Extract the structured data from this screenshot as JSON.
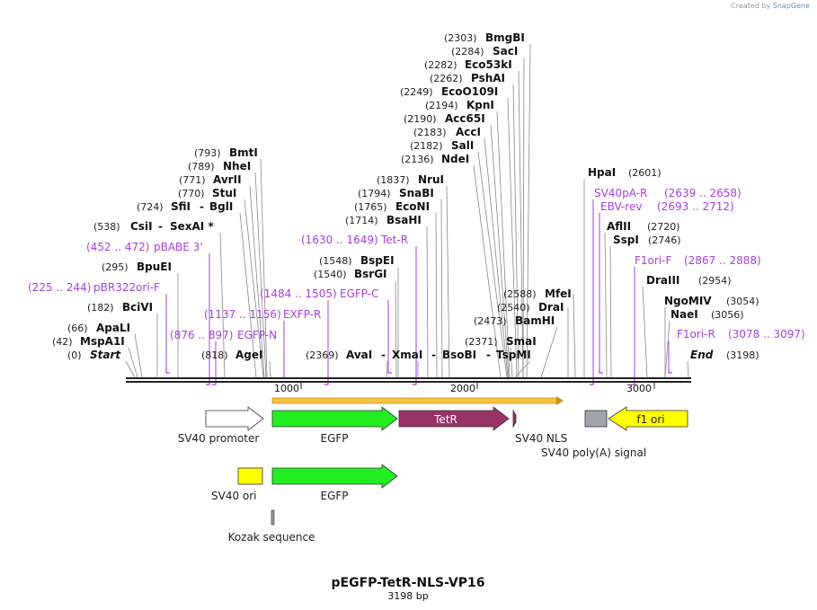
{
  "credit": {
    "prefix": "Created by",
    "brand": "SnapGene"
  },
  "plasmid": {
    "name": "pEGFP-TetR-NLS-VP16",
    "length_label": "3198 bp",
    "length": 3198
  },
  "ruler_ticks": [
    "1000",
    "2000",
    "3000"
  ],
  "sites": [
    {
      "pos": "(0)",
      "name": "Start",
      "italic": true
    },
    {
      "pos": "(42)",
      "name": "MspA1I"
    },
    {
      "pos": "(66)",
      "name": "ApaLI"
    },
    {
      "pos": "(182)",
      "name": "BciVI"
    },
    {
      "pos": "(295)",
      "name": "BpuEI"
    },
    {
      "pos": "(538)",
      "name": "CsiI",
      "name2": "SexAI *"
    },
    {
      "pos": "(724)",
      "name": "SfiI",
      "name2": "BglI"
    },
    {
      "pos": "(770)",
      "name": "StuI"
    },
    {
      "pos": "(771)",
      "name": "AvrII"
    },
    {
      "pos": "(789)",
      "name": "NheI"
    },
    {
      "pos": "(793)",
      "name": "BmtI"
    },
    {
      "pos": "(818)",
      "name": "AgeI"
    },
    {
      "pos": "(2369)",
      "name": "AvaI",
      "name2": "XmaI",
      "name3": "BsoBI",
      "name4": "TspMI"
    },
    {
      "pos": "(1540)",
      "name": "BsrGI"
    },
    {
      "pos": "(1548)",
      "name": "BspEI"
    },
    {
      "pos": "(1714)",
      "name": "BsaHI"
    },
    {
      "pos": "(1765)",
      "name": "EcoNI"
    },
    {
      "pos": "(1794)",
      "name": "SnaBI"
    },
    {
      "pos": "(1837)",
      "name": "NruI"
    },
    {
      "pos": "(2136)",
      "name": "NdeI"
    },
    {
      "pos": "(2182)",
      "name": "SalI"
    },
    {
      "pos": "(2183)",
      "name": "AccI"
    },
    {
      "pos": "(2190)",
      "name": "Acc65I"
    },
    {
      "pos": "(2194)",
      "name": "KpnI"
    },
    {
      "pos": "(2249)",
      "name": "EcoO109I"
    },
    {
      "pos": "(2262)",
      "name": "PshAI"
    },
    {
      "pos": "(2282)",
      "name": "Eco53kI"
    },
    {
      "pos": "(2284)",
      "name": "SacI"
    },
    {
      "pos": "(2303)",
      "name": "BmgBI"
    },
    {
      "pos": "(2371)",
      "name": "SmaI"
    },
    {
      "pos": "(2473)",
      "name": "BamHI"
    },
    {
      "pos": "(2540)",
      "name": "DraI"
    },
    {
      "pos": "(2588)",
      "name": "MfeI"
    },
    {
      "pos": "(2601)",
      "name": "HpaI"
    },
    {
      "pos": "(2720)",
      "name": "AflII"
    },
    {
      "pos": "(2746)",
      "name": "SspI"
    },
    {
      "pos": "(2954)",
      "name": "DraIII"
    },
    {
      "pos": "(3054)",
      "name": "NgoMIV"
    },
    {
      "pos": "(3056)",
      "name": "NaeI"
    },
    {
      "pos": "(3198)",
      "name": "End",
      "italic": true
    }
  ],
  "primers": [
    {
      "range": "(225 .. 244)",
      "name": "pBR322ori-F"
    },
    {
      "range": "(452 .. 472)",
      "name": "pBABE 3'"
    },
    {
      "range": "(876 .. 897)",
      "name": "EGFP-N"
    },
    {
      "range": "(1137 .. 1156)",
      "name": "EXFP-R"
    },
    {
      "range": "(1484 .. 1505)",
      "name": "EGFP-C"
    },
    {
      "range": "(1630 .. 1649)",
      "name": "Tet-R"
    },
    {
      "range": "(2639 .. 2658)",
      "name": "SV40pA-R"
    },
    {
      "range": "(2693 .. 2712)",
      "name": "EBV-rev"
    },
    {
      "range": "(2867 .. 2888)",
      "name": "F1ori-F"
    },
    {
      "range": "(3078 .. 3097)",
      "name": "F1ori-R"
    }
  ],
  "features": [
    {
      "name": "SV40 promoter",
      "color": "#ffffff"
    },
    {
      "name": "EGFP",
      "color": "#22ee22"
    },
    {
      "name": "TetR",
      "color": "#993366"
    },
    {
      "name": "SV40 NLS",
      "color": "#993366"
    },
    {
      "name": "SV40 poly(A) signal",
      "color": "#a0a4ad"
    },
    {
      "name": "f1 ori",
      "color": "#ffff00"
    },
    {
      "name": "SV40 ori",
      "color": "#ffff00"
    },
    {
      "name": "EGFP",
      "color": "#22ee22"
    },
    {
      "name": "Kozak sequence",
      "color": "#999999"
    }
  ],
  "colors": {
    "primer": "#a640d8",
    "orf_bar": "#f5c242"
  }
}
